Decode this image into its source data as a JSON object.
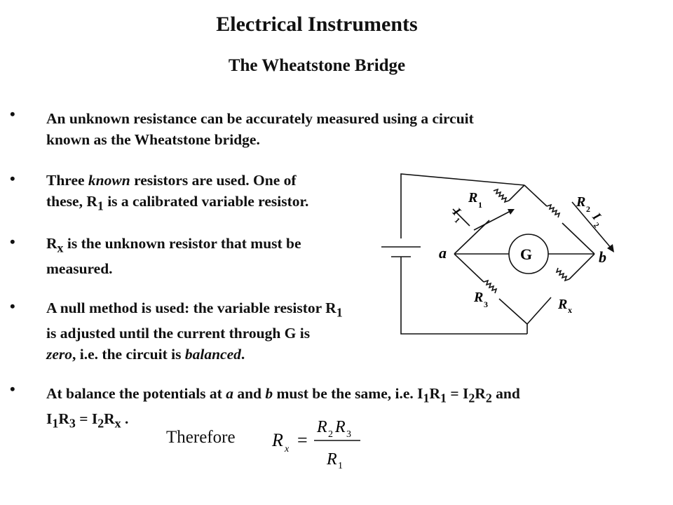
{
  "title": "Electrical Instruments",
  "subtitle": "The Wheatstone Bridge",
  "bullets": [
    {
      "line1": "An unknown resistance can be accurately measured using a circuit",
      "line2": "known as the Wheatstone bridge."
    },
    {
      "line1_a": "Three ",
      "line1_b": "known",
      "line1_c": " resistors are used. One of",
      "line2_a": "these, R",
      "line2_sub": "1",
      "line2_b": " is a calibrated variable resistor."
    },
    {
      "line1_a": "R",
      "line1_sub": "x",
      "line1_b": " is the unknown resistor that must be",
      "line2": "measured."
    },
    {
      "line1_a": "A null method is used: the variable resistor R",
      "line1_sub": "1",
      "line2": "is adjusted until the current through G is",
      "line3_a": "zero",
      "line3_b": ", i.e. the circuit is ",
      "line3_c": "balanced",
      "line3_d": "."
    },
    {
      "line1_a": "At balance the potentials at ",
      "line1_b": "a",
      "line1_c": " and ",
      "line1_d": "b",
      "line1_e": " must be the same, i.e. I",
      "line1_s1": "1",
      "line1_f": "R",
      "line1_s2": "1",
      "line1_g": " = I",
      "line1_s3": "2",
      "line1_h": "R",
      "line1_s4": "2",
      "line1_i": " and",
      "line2_a": "I",
      "line2_s1": "1",
      "line2_b": "R",
      "line2_s2": "3",
      "line2_c": " = I",
      "line2_s3": "2",
      "line2_d": "R",
      "line2_s4": "x",
      "line2_e": " ."
    }
  ],
  "therefore": "Therefore",
  "formula": {
    "lhs": "R",
    "lhs_sub": "x",
    "eq": "=",
    "num_a": "R",
    "num_a_sub": "2",
    "num_b": "R",
    "num_b_sub": "3",
    "den": "R",
    "den_sub": "1"
  },
  "diagram": {
    "node_a": "a",
    "node_b": "b",
    "galvanometer": "G",
    "r1": "R",
    "r1_sub": "1",
    "r2": "R",
    "r2_sub": "2",
    "r3": "R",
    "r3_sub": "3",
    "rx": "R",
    "rx_sub": "x",
    "i1": "I",
    "i1_sub": "1",
    "i2": "I",
    "i2_sub": "2"
  }
}
